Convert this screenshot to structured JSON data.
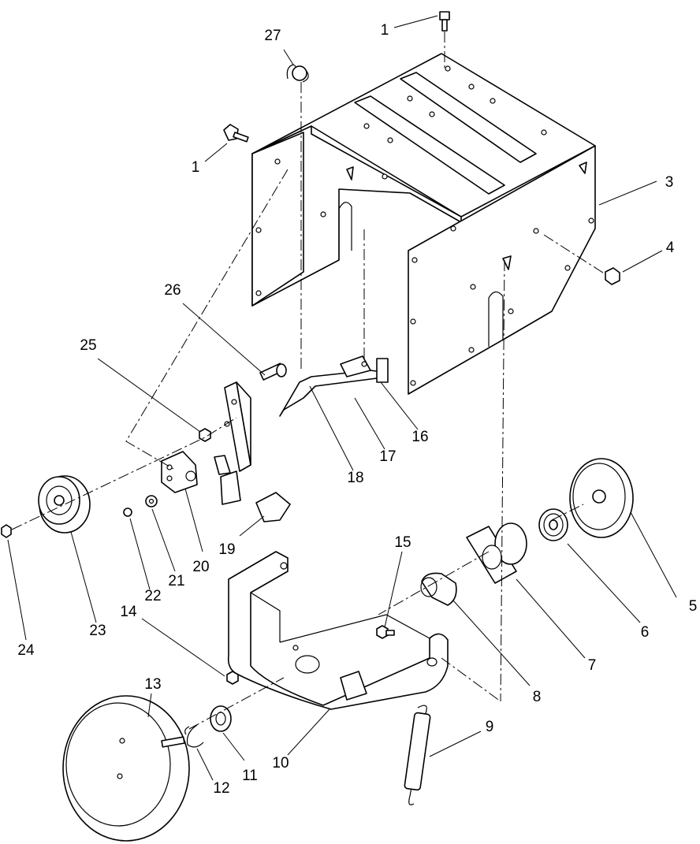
{
  "callouts": [
    {
      "id": "1",
      "label": "1"
    },
    {
      "id": "1b",
      "label": "1"
    },
    {
      "id": "3",
      "label": "3"
    },
    {
      "id": "4",
      "label": "4"
    },
    {
      "id": "5",
      "label": "5"
    },
    {
      "id": "6",
      "label": "6"
    },
    {
      "id": "7",
      "label": "7"
    },
    {
      "id": "8",
      "label": "8"
    },
    {
      "id": "9",
      "label": "9"
    },
    {
      "id": "10",
      "label": "10"
    },
    {
      "id": "11",
      "label": "11"
    },
    {
      "id": "12",
      "label": "12"
    },
    {
      "id": "13",
      "label": "13"
    },
    {
      "id": "14",
      "label": "14"
    },
    {
      "id": "15",
      "label": "15"
    },
    {
      "id": "16",
      "label": "16"
    },
    {
      "id": "17",
      "label": "17"
    },
    {
      "id": "18",
      "label": "18"
    },
    {
      "id": "19",
      "label": "19"
    },
    {
      "id": "20",
      "label": "20"
    },
    {
      "id": "21",
      "label": "21"
    },
    {
      "id": "22",
      "label": "22"
    },
    {
      "id": "23",
      "label": "23"
    },
    {
      "id": "24",
      "label": "24"
    },
    {
      "id": "25",
      "label": "25"
    },
    {
      "id": "26",
      "label": "26"
    },
    {
      "id": "27",
      "label": "27"
    }
  ]
}
